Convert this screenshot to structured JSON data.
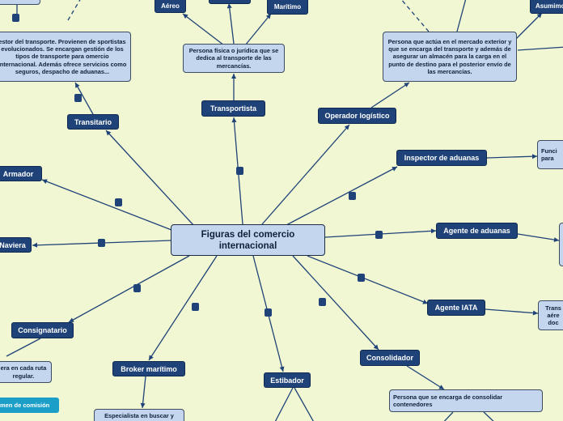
{
  "colors": {
    "background": "#f1f7d2",
    "topic": "#1f4378",
    "central": "#c4d6ee",
    "note": "#c4d6ee",
    "line": "#1f4378",
    "accent": "#1b9fc8"
  },
  "central": {
    "title": "Figuras del comercio internacional"
  },
  "topics": {
    "transportista": "Transportista",
    "transitario": "Transitario",
    "operador_logistico": "Operador logístico",
    "armador": "Armador",
    "inspector_aduanas": "Inspector de aduanas",
    "naviera": "Naviera",
    "agente_aduanas": "Agente de aduanas",
    "consignatario": "Consignatario",
    "agente_iata": "Agente IATA",
    "broker_maritimo": "Broker marítimo",
    "estibador": "Estibador",
    "consolidador": "Consolidador",
    "aereo": "Aéreo",
    "maritimo": "Marítimo",
    "asumimos": "Asumimo"
  },
  "notes": {
    "transitario": "estor del transporte. Provienen de sportistas evolucionados. Se encargan gestión de los tipos de transporte para omercio internacional. Además ofrece servicios como seguros, despacho de aduanas...",
    "transportista": "Persona física o jurídica que se dedica al transporte de las mercancías.",
    "operador_logistico": "Persona que actúa en el mercado exterior y que se encarga del transporte y además de asegurar un almacén para la carga en el punto de destino para el posterior envío de las mercancías.",
    "inspector_aduanas": "Funci para",
    "agente_iata": "Trans aére doc",
    "consignatario": "era en cada ruta regular.",
    "broker_maritimo": "Especialista en buscar y",
    "consolidador": "Persona que se encarga de consolidar contenedores",
    "comision": "men de comisión"
  }
}
